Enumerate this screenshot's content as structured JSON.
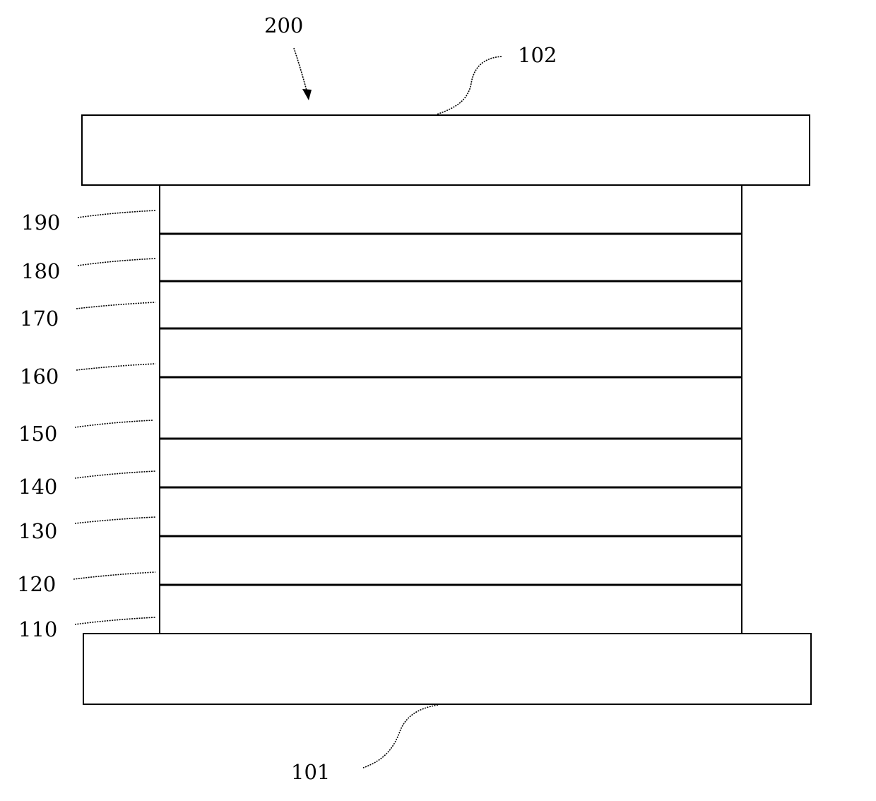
{
  "figure": {
    "device_label": "200",
    "top_electrode_label": "102",
    "bottom_electrode_label": "101",
    "layers": [
      {
        "label": "190"
      },
      {
        "label": "180"
      },
      {
        "label": "170"
      },
      {
        "label": "160"
      },
      {
        "label": "150"
      },
      {
        "label": "140"
      },
      {
        "label": "130"
      },
      {
        "label": "120"
      },
      {
        "label": "110"
      }
    ]
  },
  "colors": {
    "line": "#000000",
    "background": "#ffffff"
  }
}
